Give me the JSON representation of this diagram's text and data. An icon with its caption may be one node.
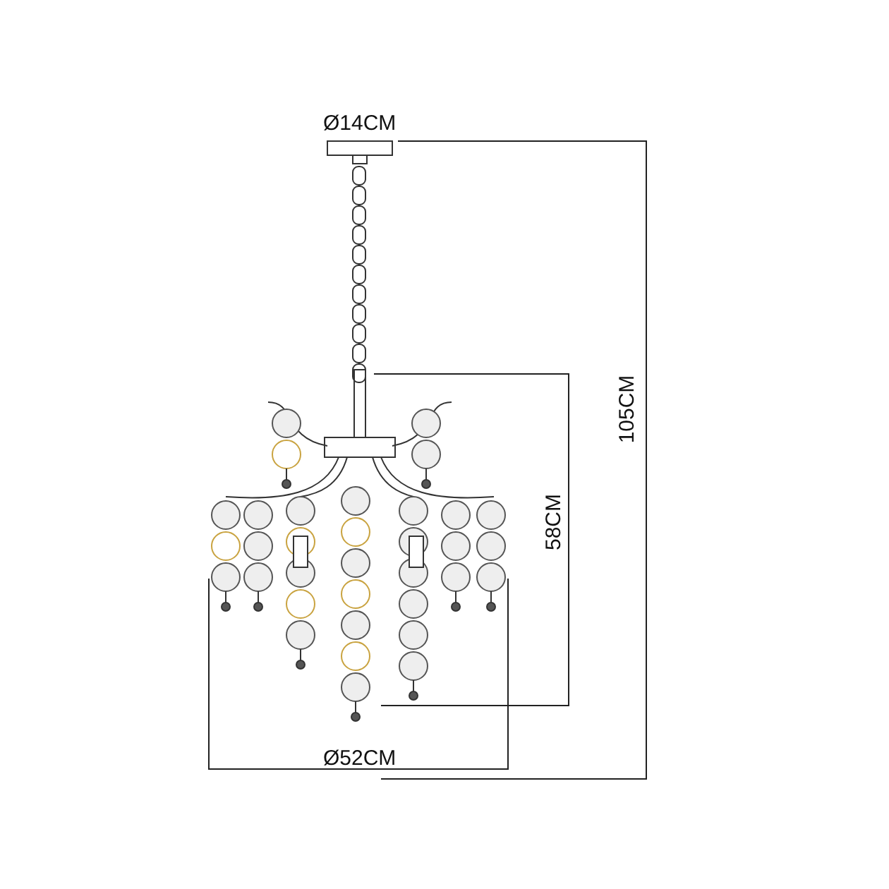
{
  "diagram": {
    "labels": [
      "Ø14CM",
      "105CM",
      "58CM",
      "Ø52CM"
    ]
  }
}
